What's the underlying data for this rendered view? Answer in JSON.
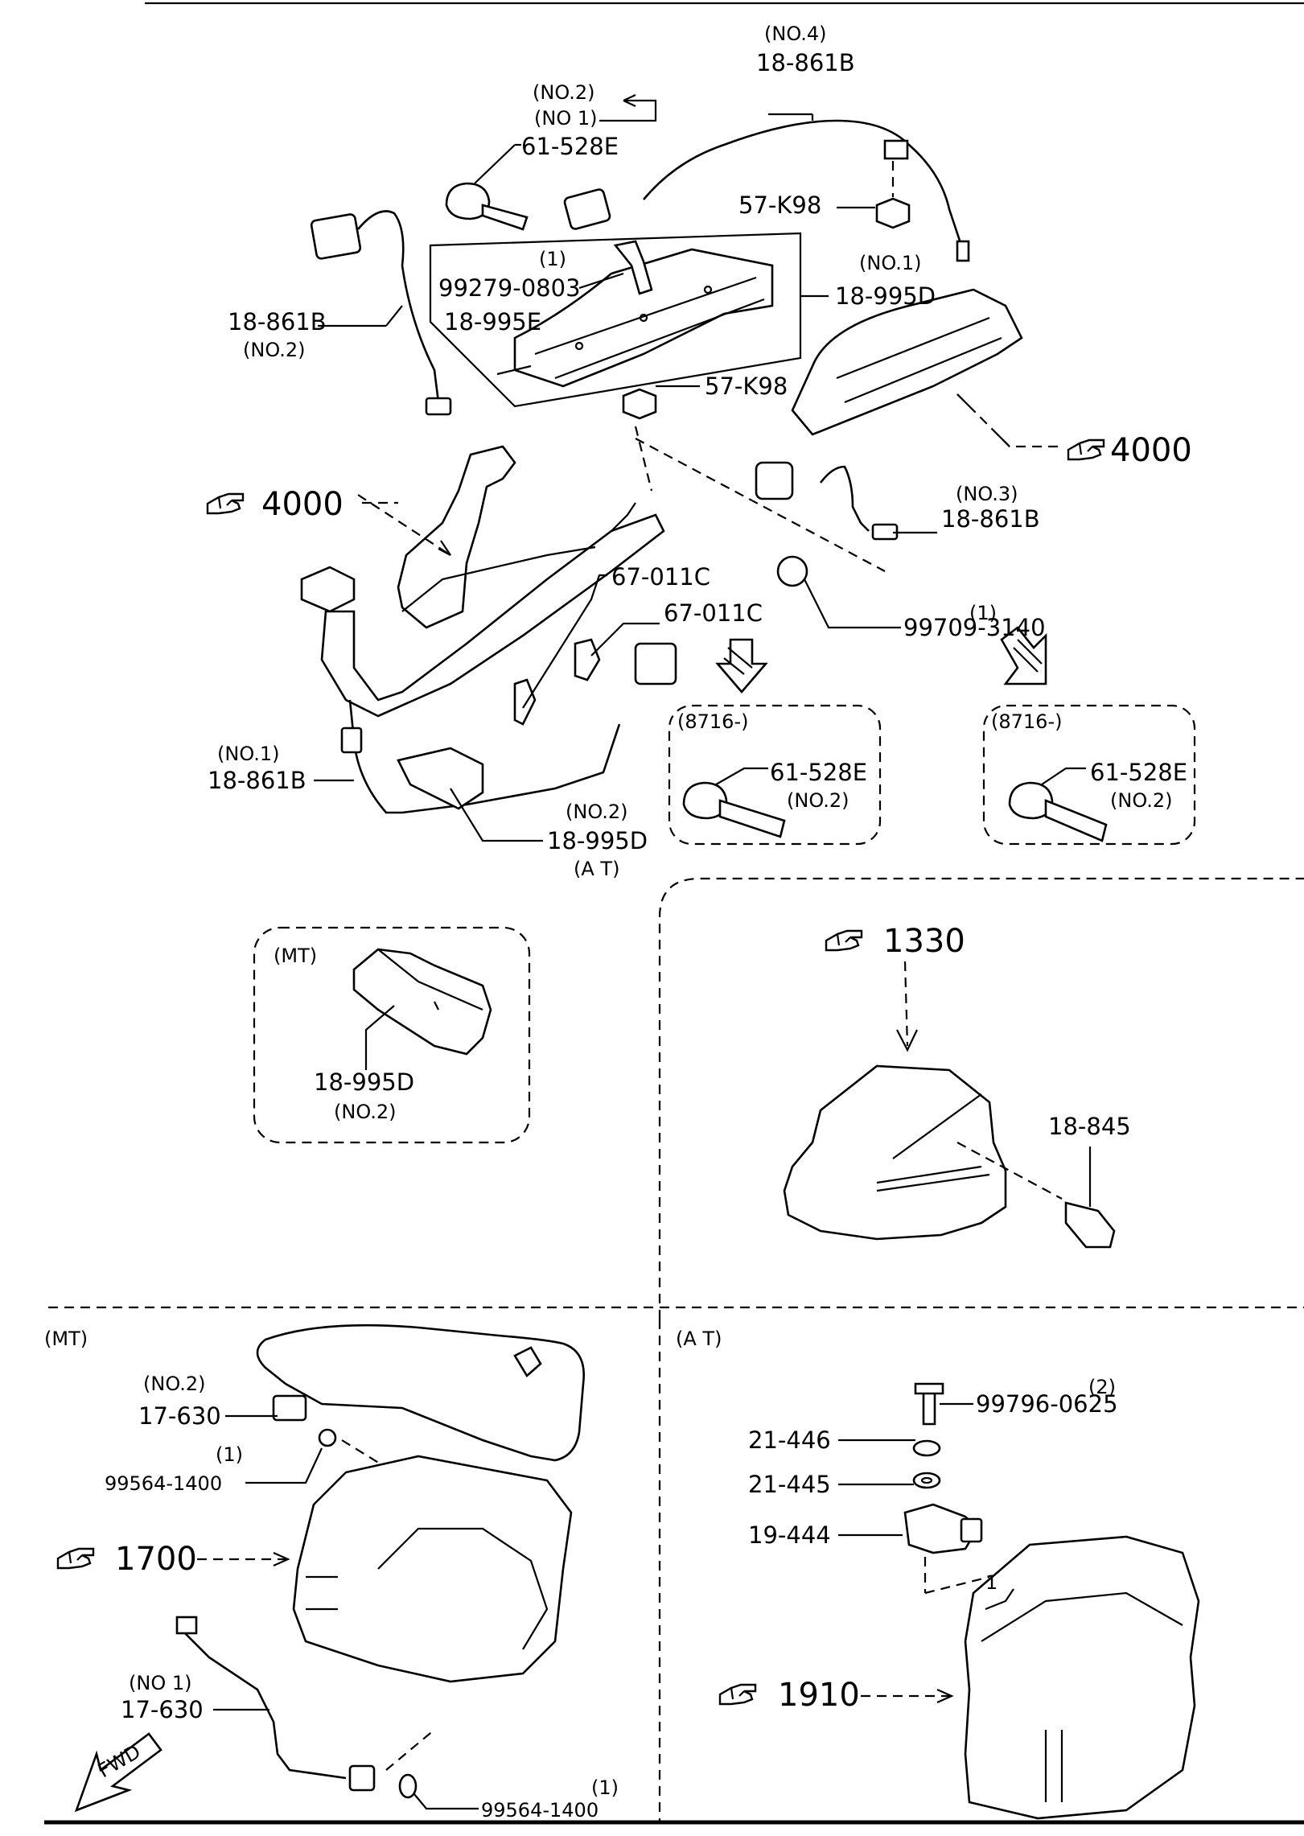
{
  "labels": {
    "no4": "(NO.4)",
    "top_18861b": "18-861B",
    "no2_arrow": "(NO.2)",
    "no1_arrow": "(NO 1)",
    "c61528e_top": "61-528E",
    "n57k98_top": "57-K98",
    "qty1_a": "(1)",
    "b99279": "99279-0803",
    "no1_bracket": "(NO.1)",
    "b18995d_top": "18-995D",
    "b18995e": "18-995E",
    "left_18861b": "18-861B",
    "left_no2": "(NO.2)",
    "n57k98_mid": "57-K98",
    "no3": "(NO.3)",
    "right_18861b": "18-861B",
    "c67011c_a": "67-011C",
    "c67011c_b": "67-011C",
    "qty1_b": "(1)",
    "b99709": "99709-3140",
    "box1_code": "(8716-)",
    "box1_61528e": "61-528E",
    "box1_no2": "(NO.2)",
    "box2_code": "(8716-)",
    "box2_61528e": "61-528E",
    "box2_no2": "(NO.2)",
    "bl_no1": "(NO.1)",
    "bl_18861b": "18-861B",
    "at_no2": "(NO.2)",
    "at_18995d": "18-995D",
    "at_tag": "(A T)",
    "mt_tag": "(MT)",
    "mt_18995d": "18-995D",
    "mt_no2": "(NO.2)",
    "s18845": "18-845",
    "sec_mt": "(MT)",
    "sec_at": "(A T)",
    "mt_no2b": "(NO.2)",
    "mt_17630a": "17-630",
    "qty1_c": "(1)",
    "w99564a": "99564-1400",
    "mt_no1b": "(NO 1)",
    "mt_17630b": "17-630",
    "qty1_d": "(1)",
    "w99564b": "99564-1400",
    "qty2": "(2)",
    "b99796": "99796-0625",
    "w21446": "21-446",
    "w21445": "21-445",
    "s19444": "19-444",
    "small_1": "1",
    "fwd": "FWD"
  },
  "refs": {
    "r4000_right": "4000",
    "r4000_left": "4000",
    "r1330": "1330",
    "r1700": "1700",
    "r1910": "1910"
  }
}
